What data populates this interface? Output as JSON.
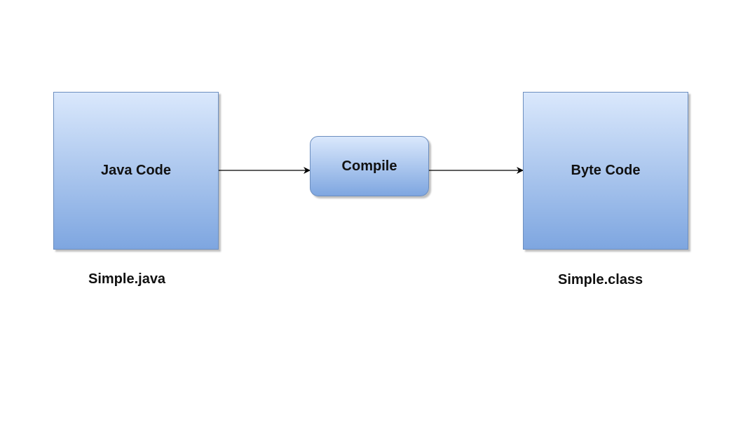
{
  "nodes": {
    "java_code": {
      "label": "Java Code",
      "caption": "Simple.java"
    },
    "compile": {
      "label": "Compile"
    },
    "byte_code": {
      "label": "Byte Code",
      "caption": "Simple.class"
    }
  },
  "edges": [
    {
      "from": "Java Code",
      "to": "Compile"
    },
    {
      "from": "Compile",
      "to": "Byte Code"
    }
  ],
  "colors": {
    "fill_top": "#dae8fc",
    "fill_bottom": "#7ea6e0",
    "stroke": "#6c8ebf",
    "edge": "#000000"
  }
}
